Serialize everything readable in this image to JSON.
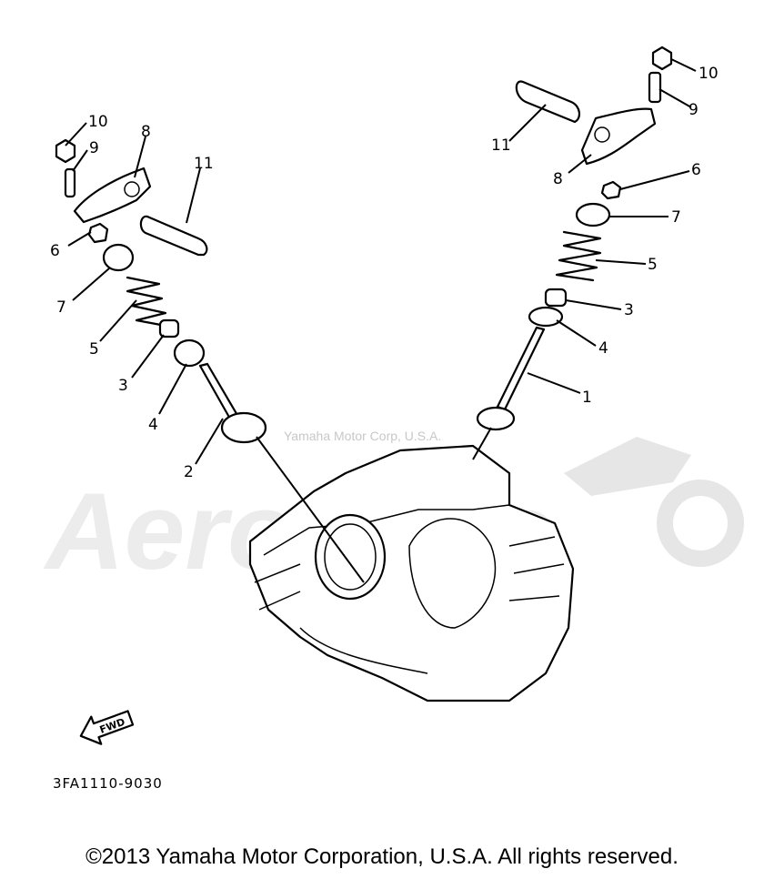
{
  "watermark": {
    "brand": "AeroMoto",
    "notice": "Yamaha Motor Corp, U.S.A."
  },
  "diagram": {
    "part_code": "3FA1110-9030",
    "fwd_label": "FWD",
    "left_callouts": [
      "10",
      "9",
      "8",
      "11",
      "6",
      "7",
      "5",
      "3",
      "4",
      "2"
    ],
    "right_callouts": [
      "10",
      "9",
      "11",
      "8",
      "6",
      "7",
      "5",
      "3",
      "4",
      "1"
    ]
  },
  "footer": {
    "copyright": "©2013 Yamaha Motor Corporation, U.S.A. All rights reserved."
  }
}
